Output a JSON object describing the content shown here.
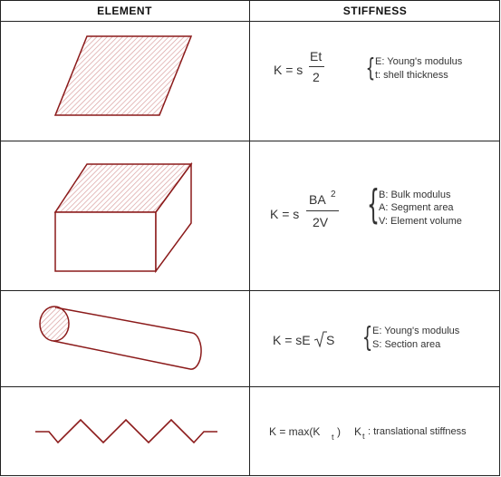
{
  "headers": {
    "element": "ELEMENT",
    "stiffness": "STIFFNESS"
  },
  "colors": {
    "stroke": "#8b1a1a",
    "hatch": "#d9a0a0",
    "grid": "#222222"
  },
  "rows": [
    {
      "element_icon": "shell-parallelogram-icon",
      "formula": {
        "lhs": "K = s",
        "num": "Et",
        "den": "2"
      },
      "notes": [
        "E: Young's modulus",
        "t: shell thickness"
      ]
    },
    {
      "element_icon": "solid-box-icon",
      "formula": {
        "lhs": "K = s",
        "num": "BA",
        "exp": "2",
        "den": "2V"
      },
      "notes": [
        "B: Bulk modulus",
        "A: Segment area",
        "V: Element volume"
      ]
    },
    {
      "element_icon": "beam-cylinder-icon",
      "formula": {
        "lhs": "K = sE",
        "root": "S"
      },
      "notes": [
        "E: Young's modulus",
        "S: Section area"
      ]
    },
    {
      "element_icon": "spring-zigzag-icon",
      "formula": {
        "lhs": "K = max(K",
        "sub": "t",
        "rhs": ")",
        "sym": "K",
        "sym_sub": "t"
      },
      "notes": [
        ": translational stiffness"
      ]
    }
  ]
}
